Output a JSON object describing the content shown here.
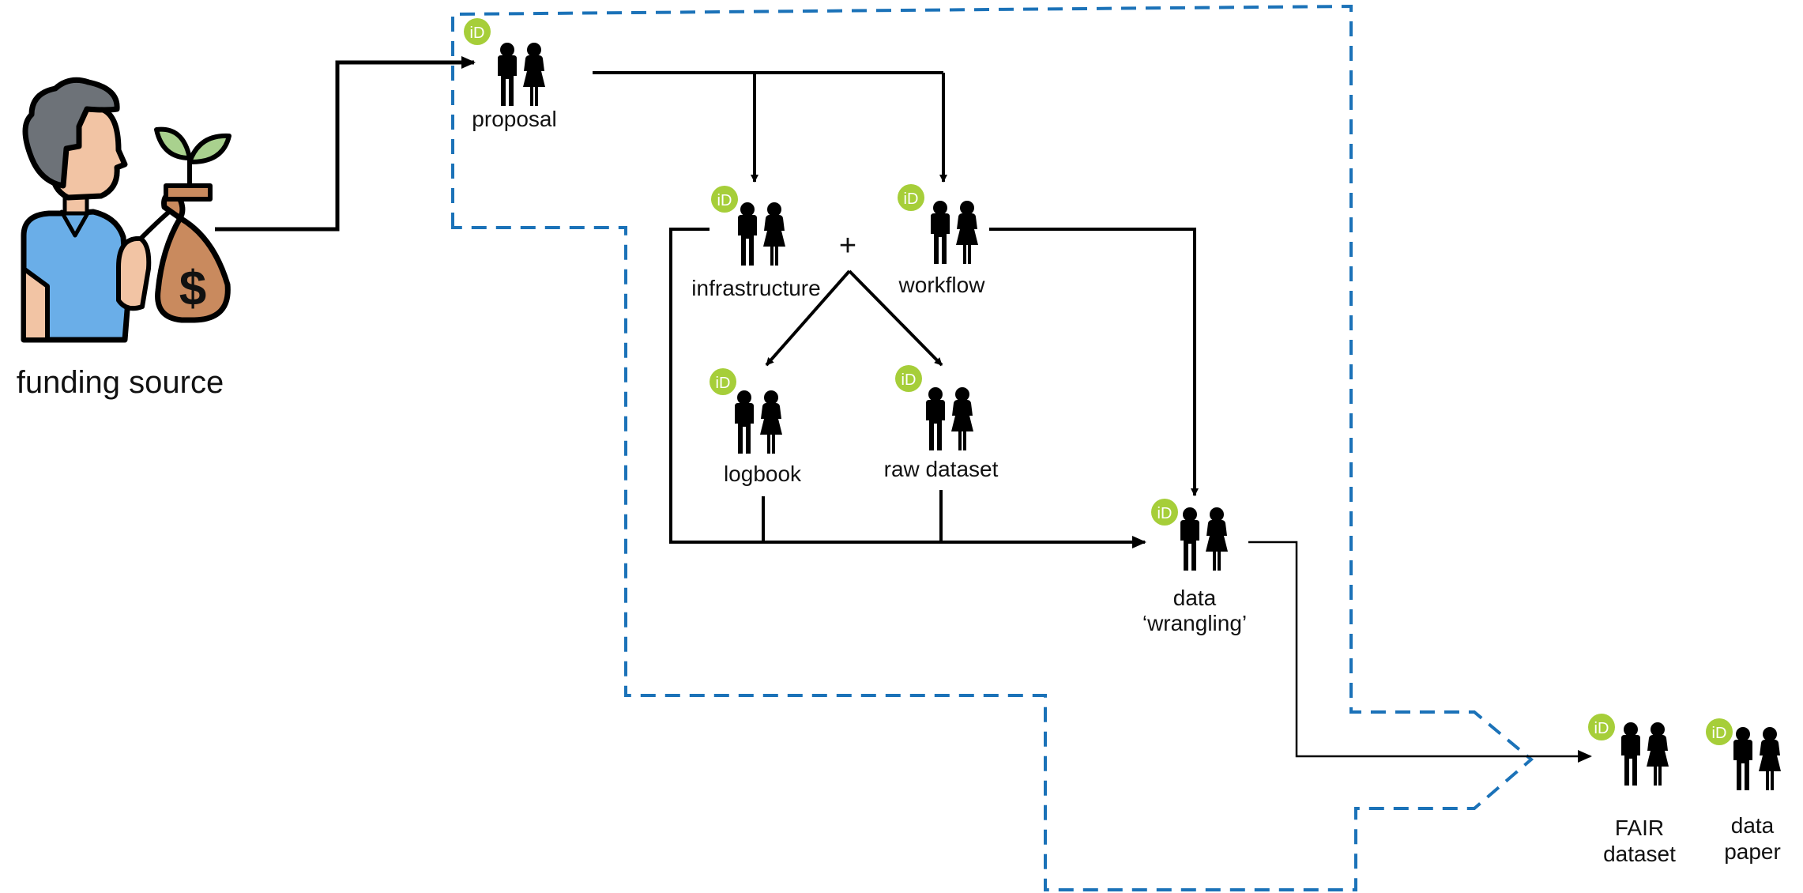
{
  "funding": {
    "label": "funding source"
  },
  "plus_sign": "+",
  "orcid_text": "iD",
  "nodes": {
    "proposal": {
      "label": "proposal"
    },
    "infrastructure": {
      "label": "infrastructure"
    },
    "workflow": {
      "label": "workflow"
    },
    "logbook": {
      "label": "logbook"
    },
    "raw_dataset": {
      "label": "raw dataset"
    },
    "data_wrangling": {
      "label_line1": "data",
      "label_line2": "‘wrangling’"
    },
    "fair_dataset": {
      "label_line1": "FAIR",
      "label_line2": "dataset"
    },
    "data_paper": {
      "label_line1": "data",
      "label_line2": "paper"
    }
  },
  "colors": {
    "boundary": "#1b72b8",
    "orcid": "#a6ce39",
    "arrow": "#000000",
    "skin": "#f2c4a4",
    "shirt": "#6aaee8",
    "hair": "#6d7278",
    "bag": "#c98a5e",
    "leaf": "#a9d18e"
  },
  "icons": {
    "people": "man-woman-pair-icon",
    "orcid": "orcid-badge-icon",
    "funder": "investor-with-money-bag-icon"
  }
}
